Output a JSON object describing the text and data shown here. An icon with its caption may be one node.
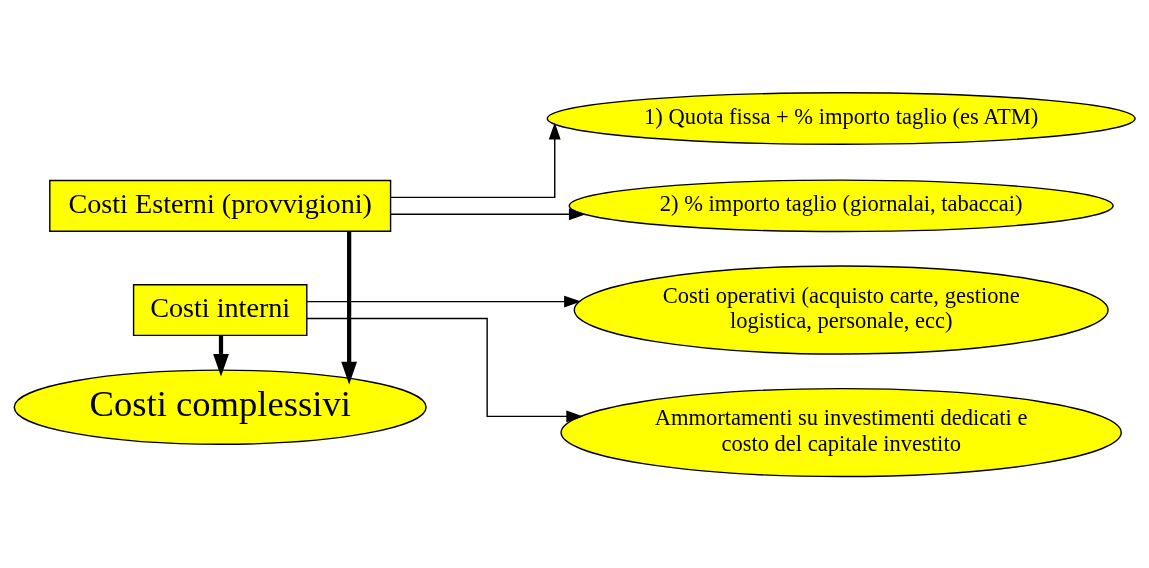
{
  "diagram": {
    "nodes": [
      {
        "text": [
          "Costi Esterni (provvigioni)"
        ]
      },
      {
        "text": [
          "1) Quota fissa + % importo taglio (es ATM)"
        ]
      },
      {
        "text": [
          "2) % importo taglio (giornalai, tabaccai)"
        ]
      },
      {
        "text": [
          "Costi complessivi"
        ]
      },
      {
        "text": [
          "Costi interni"
        ]
      },
      {
        "text": [
          "Costi operativi (acquisto carte, gestione logistica, personale, ecc)"
        ]
      },
      {
        "text": [
          "Ammortamenti su investimenti dedicati e costo del capitale investito"
        ]
      }
    ],
    "edges": [
      {
        "from": 0,
        "to": 1,
        "arrow": "to"
      },
      {
        "from": 0,
        "to": 2,
        "arrow": "to"
      },
      {
        "from": 0,
        "to": 3,
        "arrow": "to",
        "style": "thick"
      },
      {
        "from": 4,
        "to": 3,
        "arrow": "to",
        "style": "thick"
      },
      {
        "from": 4,
        "to": 5,
        "arrow": "to"
      },
      {
        "from": 4,
        "to": 6,
        "arrow": "to"
      }
    ]
  }
}
